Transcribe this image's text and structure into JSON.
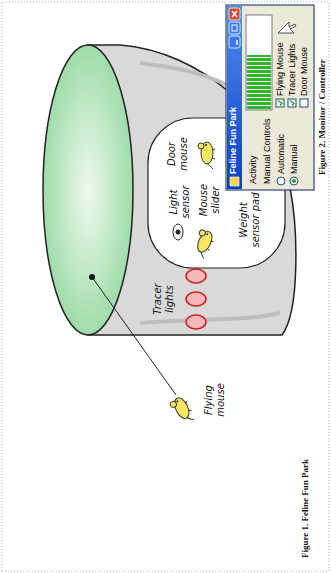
{
  "diagram": {
    "nodes": [
      {
        "text": [
          "Feline Fun Park",
          "Activity",
          "Manual Controls",
          "Automatic",
          "Manual",
          "Flying Mouse",
          "Tracer Lights",
          "Door Mouse"
        ]
      }
    ],
    "labels": [
      "Flying mouse",
      "Tracer lights",
      "Light sensor",
      "Door mouse",
      "Mouse slider",
      "Weight sensor pad",
      "Figure 1. Feline Fun Park",
      "Figure 2. Monitor / Controller"
    ]
  }
}
